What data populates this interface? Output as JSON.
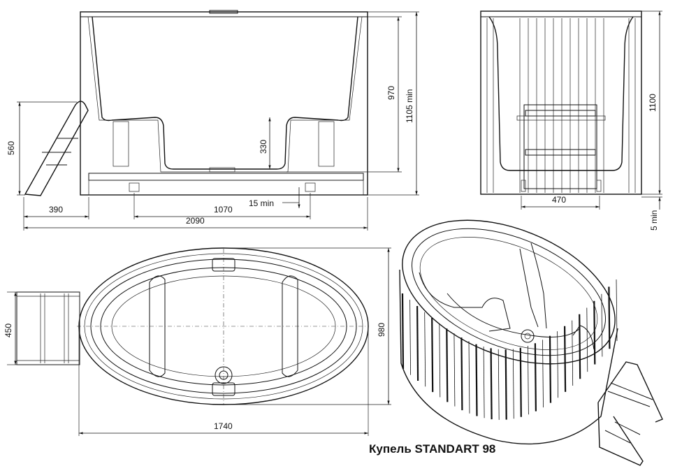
{
  "title": "Купель STANDART 98",
  "front_view": {
    "dim_height_step": "560",
    "dim_step_depth": "390",
    "dim_inner_span": "1070",
    "dim_total_width": "2090",
    "dim_seat": "330",
    "dim_depth": "970",
    "dim_total_height": "1105 min",
    "dim_drain": "15 min"
  },
  "side_view": {
    "dim_height": "1100",
    "dim_ladder_width": "470",
    "dim_clearance": "5 min"
  },
  "top_view": {
    "dim_step_width": "450",
    "dim_width": "980",
    "dim_length": "1740"
  }
}
